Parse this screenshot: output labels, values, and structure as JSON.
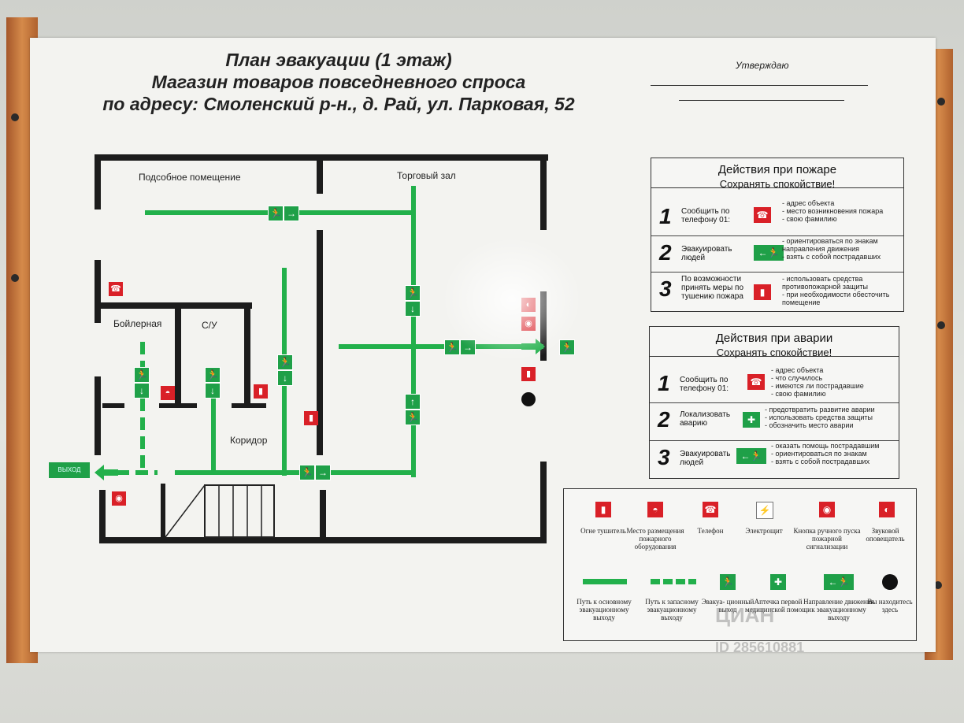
{
  "header": {
    "title1": "План эвакуации (1 этаж)",
    "title2": "Магазин товаров повседневного спроса",
    "title3": "по адресу: Смоленский р-н., д. Рай, ул. Парковая, 52",
    "approve": "Утверждаю"
  },
  "rooms": {
    "auxiliary": "Подсобное помещение",
    "sales_hall": "Торговый зал",
    "boiler": "Бойлерная",
    "wc": "С/У",
    "corridor": "Коридор",
    "exit": "ВЫХОД"
  },
  "fire": {
    "title": "Действия при пожаре",
    "subtitle": "Сохранять спокойствие!",
    "steps": [
      {
        "num": "1",
        "action": "Сообщить по телефону 01:",
        "details": "- адрес объекта\n- место возникновения пожара\n- свою фамилию"
      },
      {
        "num": "2",
        "action": "Эвакуировать людей",
        "details": "- ориентироваться по знакам направления движения\n- взять с собой пострадавших"
      },
      {
        "num": "3",
        "action": "По возможности принять меры по тушению пожара",
        "details": "- использовать средства противопожарной защиты\n- при необходимости обесточить помещение"
      }
    ]
  },
  "accident": {
    "title": "Действия при аварии",
    "subtitle": "Сохранять спокойствие!",
    "steps": [
      {
        "num": "1",
        "action": "Сообщить по телефону 01:",
        "details": "- адрес объекта\n- что случилось\n- имеются ли пострадавшие\n- свою фамилию"
      },
      {
        "num": "2",
        "action": "Локализовать аварию",
        "details": "- предотвратить развитие аварии\n- использовать средства защиты\n- обозначить место аварии"
      },
      {
        "num": "3",
        "action": "Эвакуировать людей",
        "details": "- оказать помощь пострадавшим\n- ориентироваться по знакам\n- взять с собой пострадавших"
      }
    ]
  },
  "legend": {
    "extinguisher": "Огне тушитель",
    "fire_equipment": "Место размещения пожарного оборудования",
    "phone": "Телефон",
    "electric": "Электрощит",
    "alarm_button": "Кнопка ручного пуска пожарной сигнализации",
    "sound_alarm": "Звуковой оповещатель",
    "main_path": "Путь к основному эвакуационному выходу",
    "spare_path": "Путь к запасному эвакуационному выходу",
    "evac_exit": "Эвакуа- ционный выход",
    "first_aid": "Аптечка первой медицинской помощи",
    "direction": "Направление движения к эвакуационному выходу",
    "you_are_here": "Вы находитесь здесь"
  },
  "watermark": {
    "brand": "ЦИАН",
    "id": "ID 285610881"
  },
  "colors": {
    "green": "#22b04b",
    "red": "#d92027",
    "wall": "#1c1c1c"
  }
}
